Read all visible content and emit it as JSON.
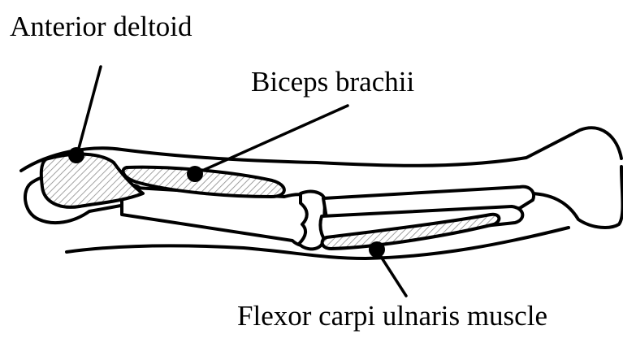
{
  "labels": {
    "anterior_deltoid": "Anterior deltoid",
    "biceps_brachii": "Biceps brachii",
    "flexor_carpi_ulnaris": "Flexor carpi ulnaris muscle"
  },
  "colors": {
    "line": "#000000",
    "hatch": "#8a8a8a",
    "background": "#ffffff"
  }
}
